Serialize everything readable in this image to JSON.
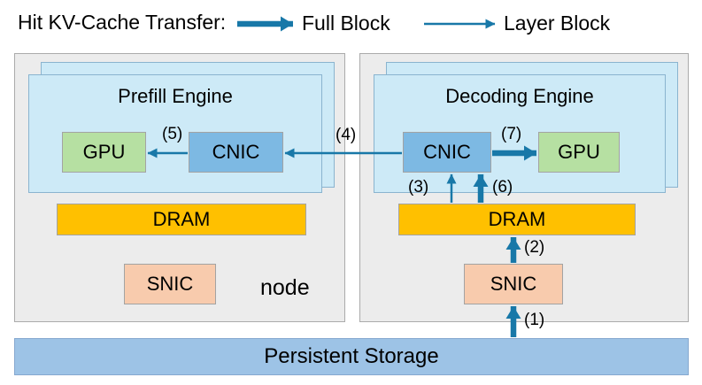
{
  "legend": {
    "title": "Hit KV-Cache Transfer:",
    "full_block_label": "Full Block",
    "layer_block_label": "Layer Block"
  },
  "prefill_node": {
    "engine_title": "Prefill Engine",
    "gpu_label": "GPU",
    "cnic_label": "CNIC",
    "dram_label": "DRAM",
    "snic_label": "SNIC",
    "node_label": "node"
  },
  "decoding_node": {
    "engine_title": "Decoding Engine",
    "gpu_label": "GPU",
    "cnic_label": "CNIC",
    "dram_label": "DRAM",
    "snic_label": "SNIC"
  },
  "storage": {
    "label": "Persistent Storage"
  },
  "arrows": {
    "a1": {
      "label": "(1)",
      "type": "full",
      "from": "persistent-storage",
      "to": "decoding-snic"
    },
    "a2": {
      "label": "(2)",
      "type": "full",
      "from": "decoding-snic",
      "to": "decoding-dram"
    },
    "a3": {
      "label": "(3)",
      "type": "layer",
      "from": "decoding-dram",
      "to": "decoding-cnic"
    },
    "a4": {
      "label": "(4)",
      "type": "layer",
      "from": "decoding-cnic",
      "to": "prefill-cnic"
    },
    "a5": {
      "label": "(5)",
      "type": "layer",
      "from": "prefill-cnic",
      "to": "prefill-gpu"
    },
    "a6": {
      "label": "(6)",
      "type": "full",
      "from": "decoding-dram",
      "to": "decoding-cnic"
    },
    "a7": {
      "label": "(7)",
      "type": "full",
      "from": "decoding-cnic",
      "to": "decoding-gpu"
    }
  },
  "colors": {
    "arrow": "#1878a8",
    "node_bg": "#ececec",
    "engine_bg": "#cdeaf7",
    "engine_border": "#8ab4cf",
    "gpu_bg": "#b6e0a2",
    "cnic_bg": "#7db9e3",
    "dram_bg": "#ffc000",
    "snic_bg": "#f8cbad",
    "storage_bg": "#9dc3e6"
  }
}
